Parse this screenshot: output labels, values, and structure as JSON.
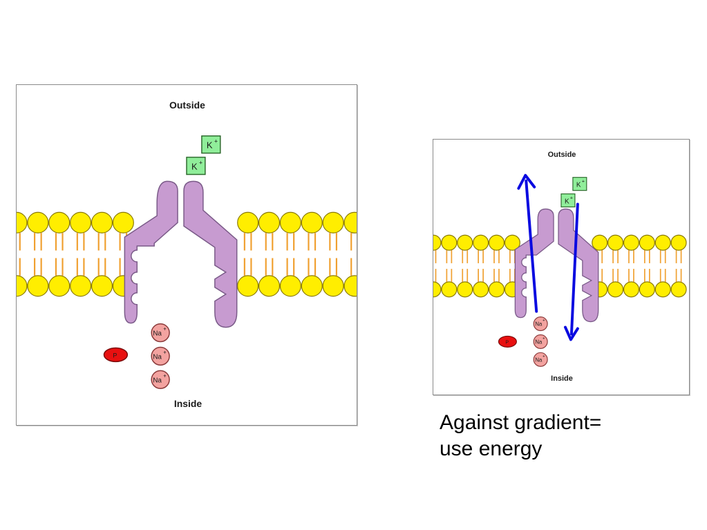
{
  "large_diagram": {
    "outside_label": "Outside",
    "inside_label": "Inside",
    "potassium_ions": [
      {
        "symbol": "K",
        "charge": "+"
      },
      {
        "symbol": "K",
        "charge": "+"
      }
    ],
    "sodium_ions": [
      {
        "symbol": "Na",
        "charge": "+"
      },
      {
        "symbol": "Na",
        "charge": "+"
      },
      {
        "symbol": "Na",
        "charge": "+"
      }
    ],
    "phosphate_label": "P"
  },
  "small_diagram": {
    "outside_label": "Outside",
    "inside_label": "Inside",
    "potassium_ions": [
      {
        "symbol": "K",
        "charge": "+"
      },
      {
        "symbol": "K",
        "charge": "+"
      }
    ],
    "sodium_ions": [
      {
        "symbol": "Na",
        "charge": "+"
      },
      {
        "symbol": "Na",
        "charge": "+"
      },
      {
        "symbol": "Na",
        "charge": "+"
      }
    ],
    "phosphate_label": "P"
  },
  "caption": {
    "line1": "Against gradient=",
    "line2": "use energy"
  },
  "colors": {
    "lipid_head": "#ffee00",
    "lipid_tail": "#f0a030",
    "protein": "#c79bd0",
    "potassium": "#90ee9a",
    "sodium": "#f3a3a0",
    "phosphate": "#e81010",
    "arrow": "#0a0ae0"
  }
}
